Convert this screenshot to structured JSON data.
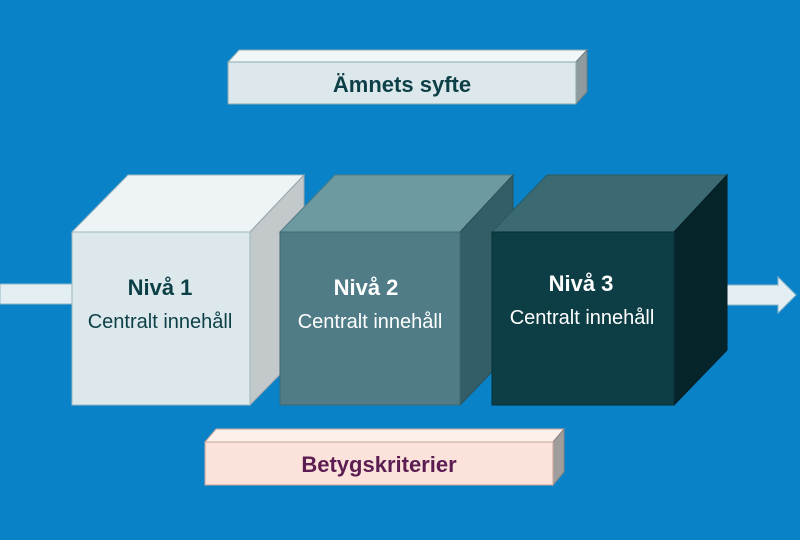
{
  "top_bar": {
    "label": "Ämnets syfte",
    "fill": "#dce8eb",
    "text_color": "#0d3f47"
  },
  "bottom_bar": {
    "label": "Betygskriterier",
    "fill": "#fbe2da",
    "text_color": "#5c1e52"
  },
  "levels": [
    {
      "title": "Nivå 1",
      "subtitle": "Centralt innehåll",
      "text_color": "#0d3f47"
    },
    {
      "title": "Nivå 2",
      "subtitle": "Centralt innehåll",
      "text_color": "#ffffff"
    },
    {
      "title": "Nivå 3",
      "subtitle": "Centralt innehåll",
      "text_color": "#ffffff"
    }
  ],
  "colors": {
    "background": "#0a82c8",
    "arrow": "#e3eef2"
  }
}
